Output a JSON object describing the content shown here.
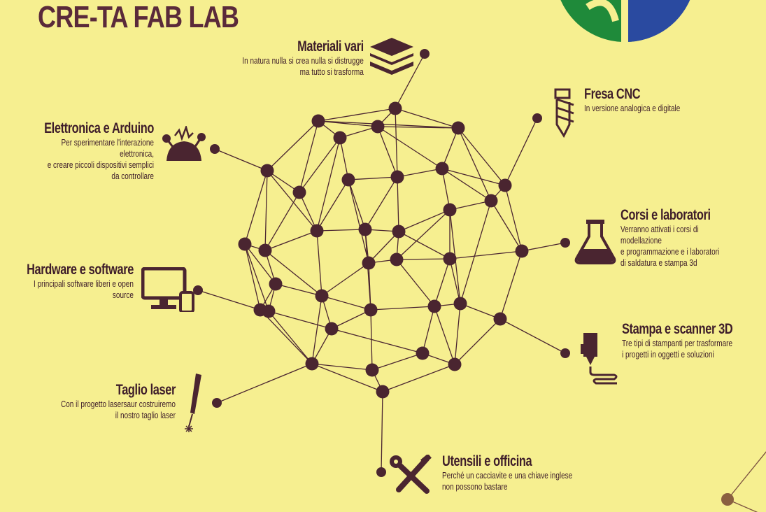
{
  "title": "CRE-TA FAB LAB",
  "colors": {
    "background": "#f6ef90",
    "ink": "#4a2530",
    "logo_green": "#1f8a3a",
    "logo_blue": "#2a4aa0"
  },
  "features": {
    "materiali": {
      "title": "Materiali vari",
      "desc": "In natura nulla si crea nulla si distrugge\nma tutto si trasforma",
      "icon": "layers-icon"
    },
    "fresa": {
      "title": "Fresa CNC",
      "desc": "In versione analogica e digitale",
      "icon": "drill-bit-icon"
    },
    "elettronica": {
      "title": "Elettronica e Arduino",
      "desc": "Per sperimentare l'interazione elettronica,\ne creare piccoli dispositivi semplici\nda controllare",
      "icon": "electronics-icon"
    },
    "corsi": {
      "title": "Corsi e laboratori",
      "desc": "Verranno attivati i corsi di modellazione\ne programmazione e i laboratori\ndi saldatura e stampa 3d",
      "icon": "flask-icon"
    },
    "hardware": {
      "title": "Hardware e software",
      "desc": "I principali software liberi e open source",
      "icon": "computer-icon"
    },
    "stampa": {
      "title": "Stampa e scanner 3D",
      "desc": "Tre tipi di stampanti per trasformare\ni progetti in oggetti e soluzioni",
      "icon": "3d-printer-icon"
    },
    "taglio": {
      "title": "Taglio laser",
      "desc": "Con il progetto lasersaur costruiremo\nil nostro taglio laser",
      "icon": "laser-pen-icon"
    },
    "utensili": {
      "title": "Utensili e officina",
      "desc": "Perché un cacciavite e una chiave inglese\nnon possono bastare",
      "icon": "tools-icon"
    }
  }
}
